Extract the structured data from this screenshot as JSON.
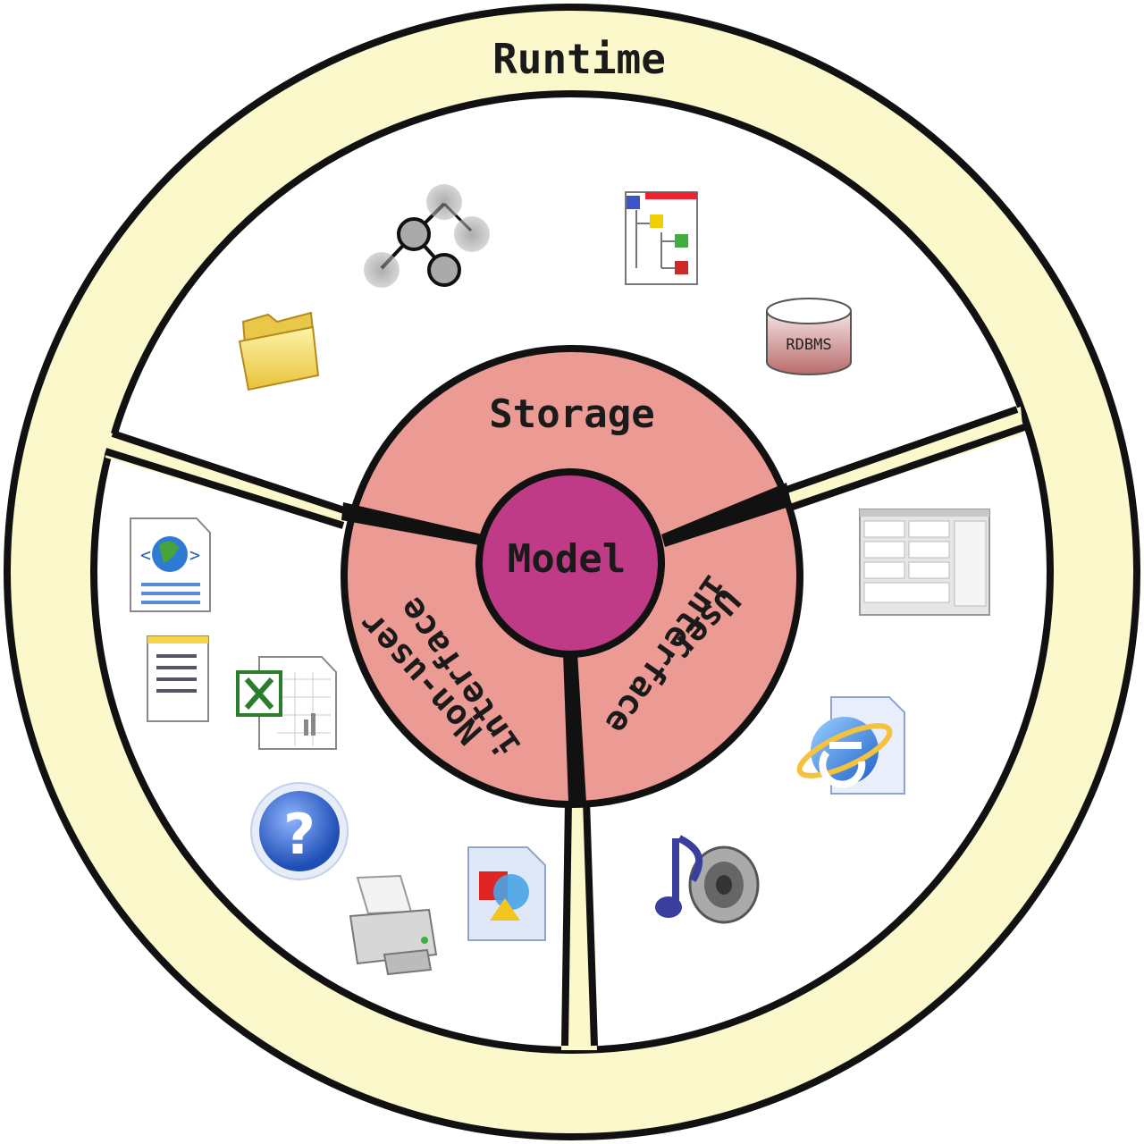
{
  "diagram": {
    "outer_ring": {
      "label": "Runtime",
      "color": "#fbf8cc"
    },
    "middle_ring": {
      "label": "Storage",
      "color": "#ec9a94"
    },
    "center": {
      "label": "Model",
      "color": "#c03b87"
    },
    "segments": [
      {
        "name": "storage",
        "label": "Storage"
      },
      {
        "name": "user-interface",
        "label_line1": "User",
        "label_line2": "interface"
      },
      {
        "name": "non-user-interface",
        "label_line1": "Non-user",
        "label_line2": "interface"
      }
    ],
    "icons": {
      "storage": [
        "graph-icon",
        "folder-icon",
        "class-diagram-icon",
        "rdbms-database-icon"
      ],
      "user_interface": [
        "application-window-icon",
        "internet-explorer-icon",
        "media-audio-icon"
      ],
      "non_user_interface": [
        "web-service-icon",
        "notepad-icon",
        "excel-spreadsheet-icon",
        "help-icon",
        "printer-icon",
        "image-file-icon"
      ]
    },
    "rdbms_text": "RDBMS",
    "colors": {
      "outline": "#111111",
      "panel": "#ffffff",
      "runtime_fill": "#fbf8cc",
      "ring_fill": "#ec9a94",
      "model_fill": "#c03b87"
    }
  }
}
